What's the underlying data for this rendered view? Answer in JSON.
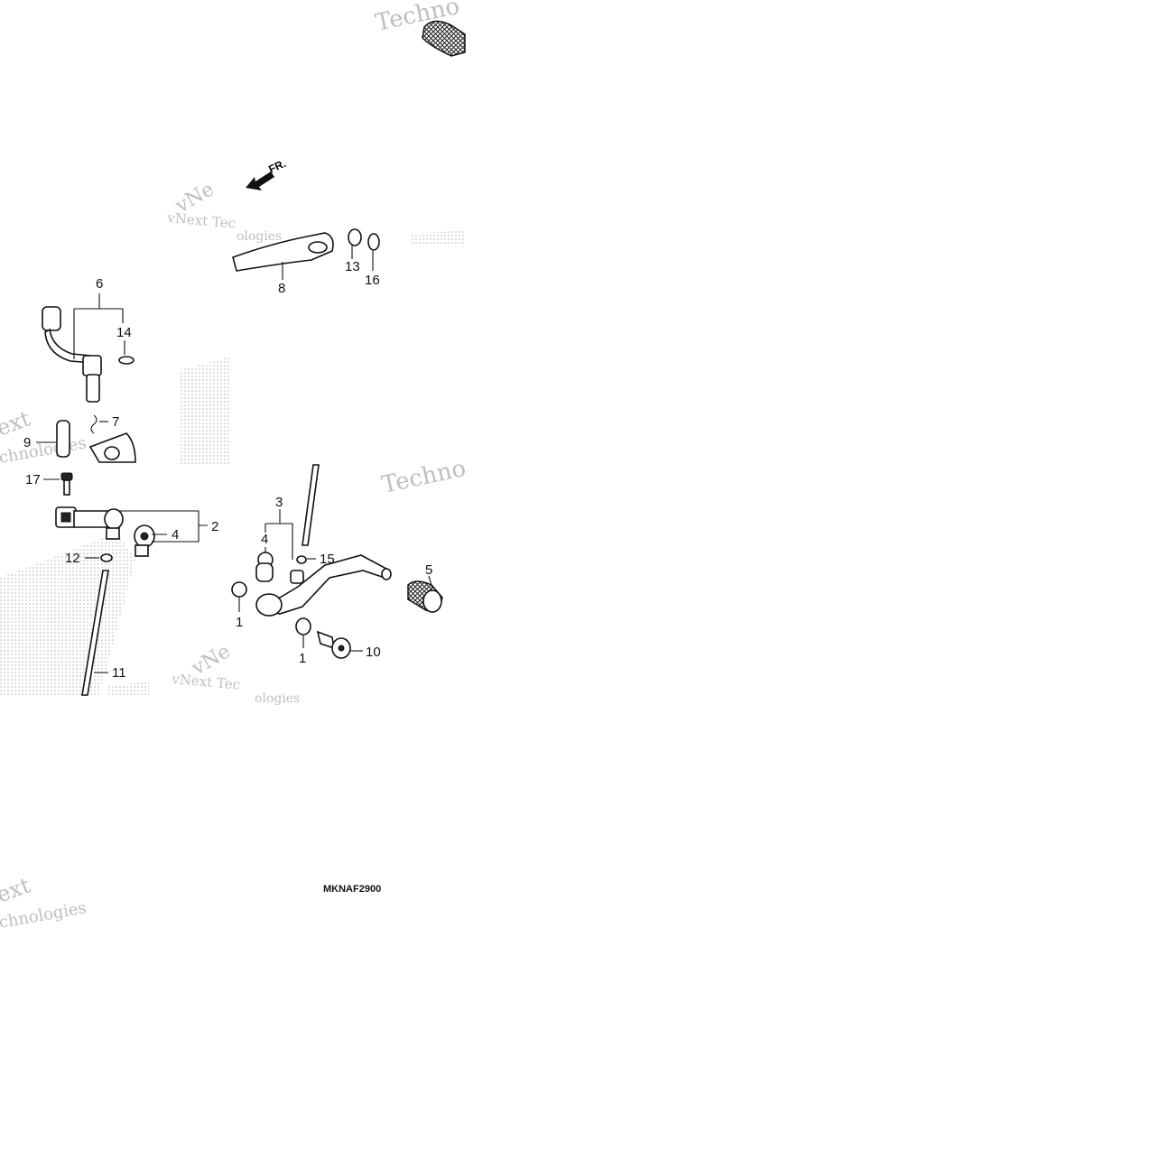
{
  "diagram": {
    "direction_label": "FR.",
    "drawing_code": "MKNAF2900",
    "callouts": [
      "1",
      "1",
      "2",
      "3",
      "4",
      "4",
      "5",
      "6",
      "7",
      "8",
      "9",
      "10",
      "11",
      "12",
      "13",
      "14",
      "15",
      "16",
      "17"
    ],
    "watermarks": [
      "vNext Tec",
      "ologies",
      "vNext Tec",
      "ologies",
      "Techno",
      "Techno",
      "ext",
      "chnologies",
      "ext",
      "chnologies",
      "vNe",
      "vNe"
    ]
  }
}
